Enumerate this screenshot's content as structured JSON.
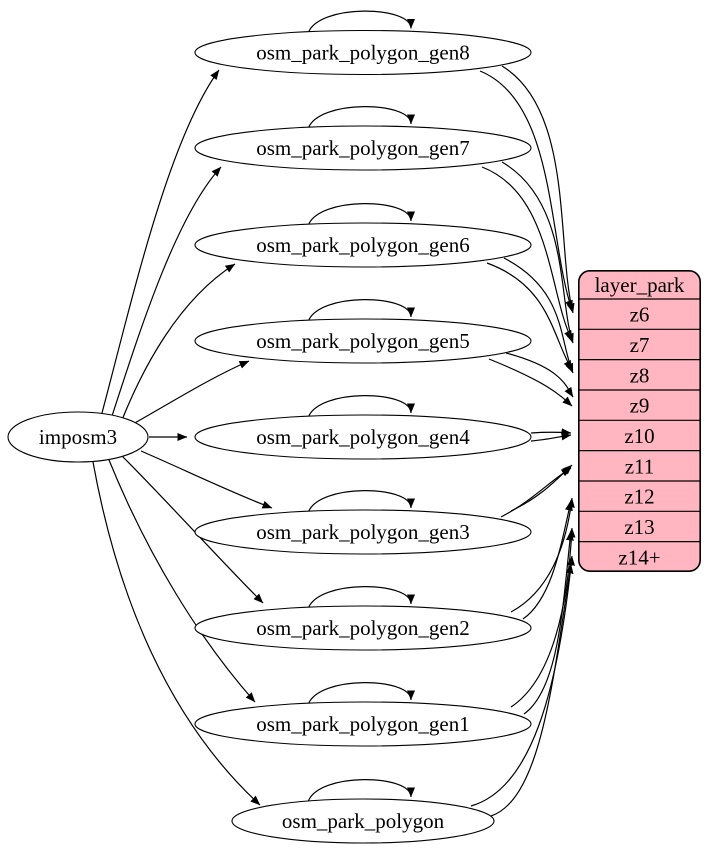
{
  "diagram": {
    "kind": "etl-graph",
    "background_color": "#ffffff",
    "edge_color": "#000000",
    "node_style": {
      "fill": "#ffffff",
      "stroke": "#000000",
      "text_color": "#000000"
    },
    "source": {
      "id": "imposm3",
      "label": "imposm3"
    },
    "tables": [
      {
        "id": "gen8",
        "label": "osm_park_polygon_gen8"
      },
      {
        "id": "gen7",
        "label": "osm_park_polygon_gen7"
      },
      {
        "id": "gen6",
        "label": "osm_park_polygon_gen6"
      },
      {
        "id": "gen5",
        "label": "osm_park_polygon_gen5"
      },
      {
        "id": "gen4",
        "label": "osm_park_polygon_gen4"
      },
      {
        "id": "gen3",
        "label": "osm_park_polygon_gen3"
      },
      {
        "id": "gen2",
        "label": "osm_park_polygon_gen2"
      },
      {
        "id": "gen1",
        "label": "osm_park_polygon_gen1"
      },
      {
        "id": "polygon",
        "label": "osm_park_polygon"
      }
    ],
    "layer": {
      "id": "layer_park",
      "title": "layer_park",
      "fill": "#ffb6c1",
      "stroke": "#000000",
      "rows": [
        {
          "id": "z6",
          "label": "z6"
        },
        {
          "id": "z7",
          "label": "z7"
        },
        {
          "id": "z8",
          "label": "z8"
        },
        {
          "id": "z9",
          "label": "z9"
        },
        {
          "id": "z10",
          "label": "z10"
        },
        {
          "id": "z11",
          "label": "z11"
        },
        {
          "id": "z12",
          "label": "z12"
        },
        {
          "id": "z13",
          "label": "z13"
        },
        {
          "id": "z14",
          "label": "z14+"
        }
      ]
    },
    "edges": [
      {
        "from": "imposm3",
        "to": "gen8"
      },
      {
        "from": "imposm3",
        "to": "gen7"
      },
      {
        "from": "imposm3",
        "to": "gen6"
      },
      {
        "from": "imposm3",
        "to": "gen5"
      },
      {
        "from": "imposm3",
        "to": "gen4"
      },
      {
        "from": "imposm3",
        "to": "gen3"
      },
      {
        "from": "imposm3",
        "to": "gen2"
      },
      {
        "from": "imposm3",
        "to": "gen1"
      },
      {
        "from": "imposm3",
        "to": "polygon"
      },
      {
        "from": "gen8",
        "to": "gen8",
        "type": "self"
      },
      {
        "from": "gen7",
        "to": "gen7",
        "type": "self"
      },
      {
        "from": "gen6",
        "to": "gen6",
        "type": "self"
      },
      {
        "from": "gen5",
        "to": "gen5",
        "type": "self"
      },
      {
        "from": "gen4",
        "to": "gen4",
        "type": "self"
      },
      {
        "from": "gen3",
        "to": "gen3",
        "type": "self"
      },
      {
        "from": "gen2",
        "to": "gen2",
        "type": "self"
      },
      {
        "from": "gen1",
        "to": "gen1",
        "type": "self"
      },
      {
        "from": "polygon",
        "to": "polygon",
        "type": "self"
      },
      {
        "from": "gen8",
        "to": "z6",
        "lines": 2
      },
      {
        "from": "gen7",
        "to": "z7",
        "lines": 2
      },
      {
        "from": "gen6",
        "to": "z8",
        "lines": 2
      },
      {
        "from": "gen5",
        "to": "z9",
        "lines": 2
      },
      {
        "from": "gen4",
        "to": "z10",
        "lines": 2
      },
      {
        "from": "gen3",
        "to": "z11",
        "lines": 2
      },
      {
        "from": "gen2",
        "to": "z12",
        "lines": 2
      },
      {
        "from": "gen1",
        "to": "z13",
        "lines": 2
      },
      {
        "from": "polygon",
        "to": "z14",
        "lines": 2
      }
    ]
  }
}
